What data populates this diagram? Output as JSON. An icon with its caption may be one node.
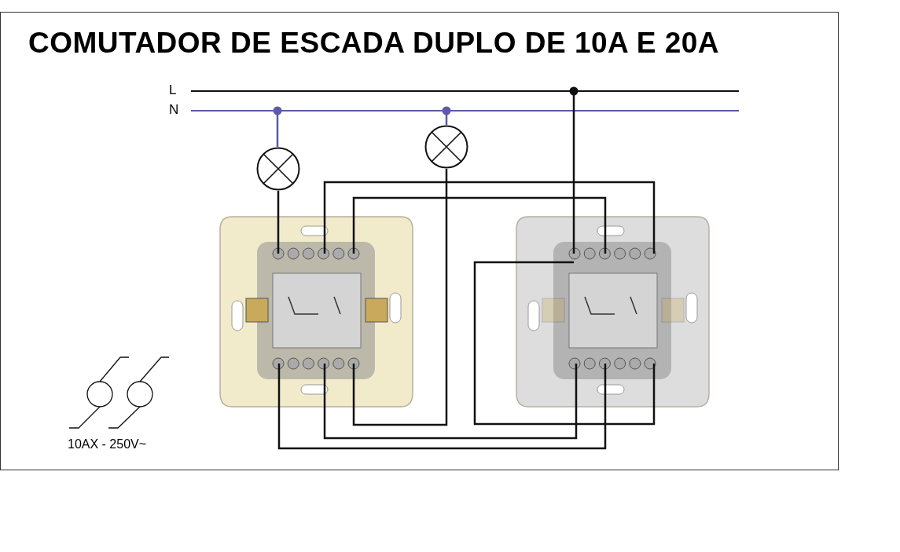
{
  "diagram": {
    "title": "COMUTADOR DE ESCADA DUPLO DE 10A E 20A",
    "nodes": [
      {
        "text": [
          "L"
        ]
      },
      {
        "text": [
          "N"
        ]
      },
      {
        "text": [],
        "shape": "circle"
      },
      {
        "text": [],
        "shape": "circle"
      },
      {
        "text": [],
        "shape": "picture"
      },
      {
        "text": [],
        "shape": "picture"
      }
    ],
    "edges": [
      {
        "from": 1,
        "to": 2,
        "arrow": "other",
        "color": "#5b5ba8"
      },
      {
        "from": 1,
        "to": 3,
        "arrow": "other",
        "color": "#5b5ba8"
      },
      {
        "from": 0,
        "to": 5,
        "arrow": "other"
      },
      {
        "from": 2,
        "to": 4,
        "arrow": "none"
      },
      {
        "from": 3,
        "to": 4,
        "arrow": "none"
      },
      {
        "from": 4,
        "to": 5,
        "arrow": "none"
      },
      {
        "from": 4,
        "to": 5,
        "arrow": "none"
      },
      {
        "from": 4,
        "to": 5,
        "arrow": "none"
      },
      {
        "from": 4,
        "to": 5,
        "arrow": "none"
      },
      {
        "from": 5,
        "to": 5,
        "arrow": "none"
      }
    ],
    "labels": [
      "10AX - 250V~"
    ]
  }
}
